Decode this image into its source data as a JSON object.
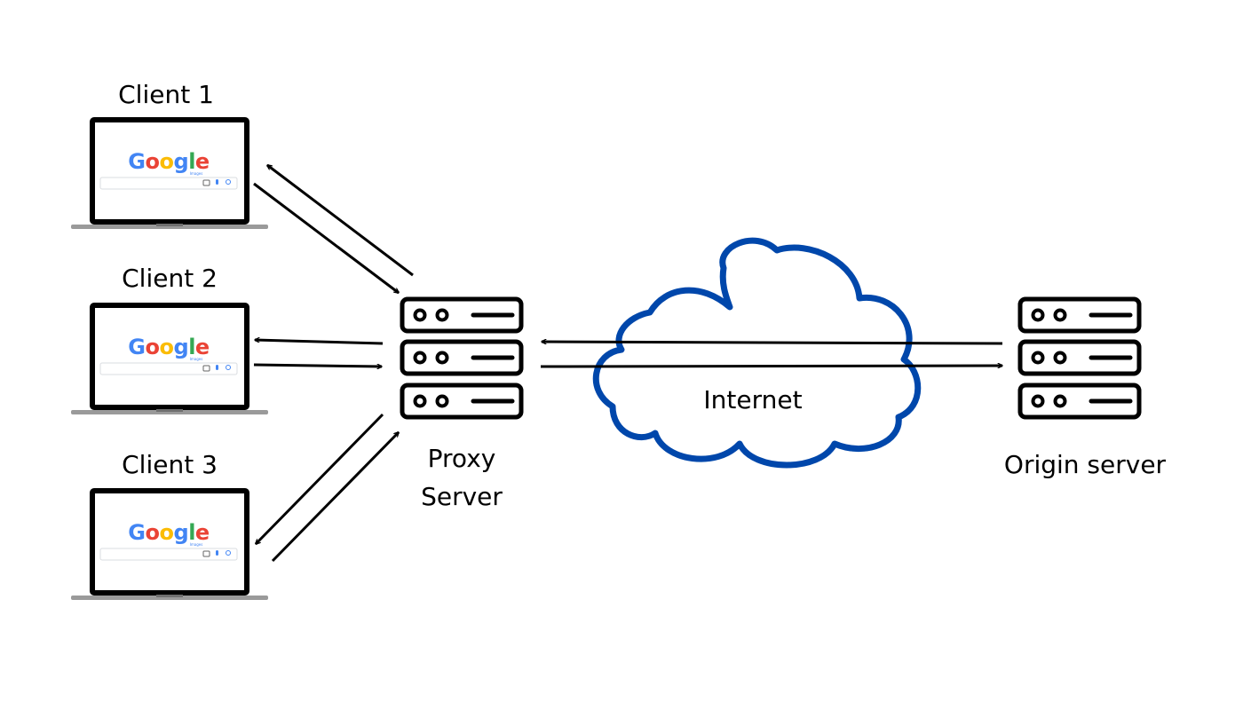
{
  "clients": [
    {
      "label": "Client 1",
      "screen_brand": "Google",
      "screen_caption": "Images"
    },
    {
      "label": "Client 2",
      "screen_brand": "Google",
      "screen_caption": "Images"
    },
    {
      "label": "Client 3",
      "screen_brand": "Google",
      "screen_caption": "Images"
    }
  ],
  "proxy": {
    "label_line1": "Proxy",
    "label_line2": "Server"
  },
  "network": {
    "label": "Internet"
  },
  "origin": {
    "label": "Origin server"
  },
  "colors": {
    "stroke": "#000000",
    "cloud": "#0047ab",
    "laptop_base": "#9a9a9a",
    "google_blue": "#4285f4",
    "google_red": "#ea4335",
    "google_yellow": "#fbbc05",
    "google_green": "#34a853"
  }
}
